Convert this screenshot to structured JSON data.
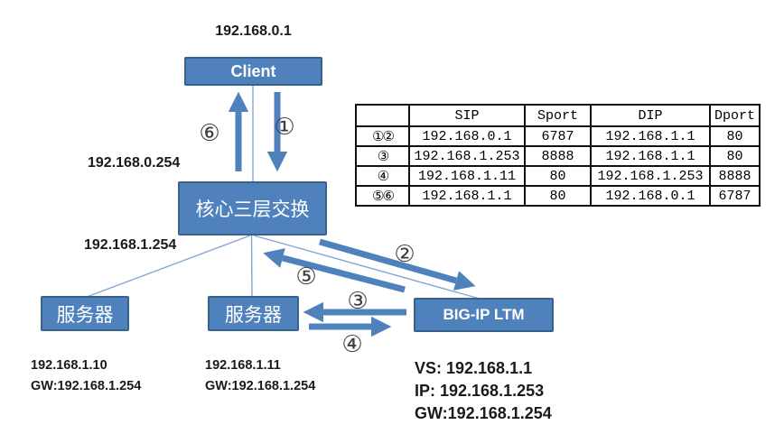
{
  "diagram": {
    "client": {
      "label": "Client",
      "ip": "192.168.0.1"
    },
    "core_switch": {
      "label": "核心三层交换",
      "ip_client_side": "192.168.0.254",
      "ip_server_side": "192.168.1.254"
    },
    "server1": {
      "label": "服务器",
      "ip": "192.168.1.10",
      "gateway": "GW:192.168.1.254"
    },
    "server2": {
      "label": "服务器",
      "ip": "192.168.1.11",
      "gateway": "GW:192.168.1.254"
    },
    "bigip": {
      "label": "BIG-IP LTM",
      "vs": "VS: 192.168.1.1",
      "ip": "IP: 192.168.1.253",
      "gateway": "GW:192.168.1.254"
    },
    "flow_labels": [
      "①",
      "②",
      "③",
      "④",
      "⑤",
      "⑥"
    ]
  },
  "table": {
    "headers": [
      "",
      "SIP",
      "Sport",
      "DIP",
      "Dport"
    ],
    "rows": [
      [
        "①②",
        "192.168.0.1",
        "6787",
        "192.168.1.1",
        "80"
      ],
      [
        "③",
        "192.168.1.253",
        "8888",
        "192.168.1.1",
        "80"
      ],
      [
        "④",
        "192.168.1.11",
        "80",
        "192.168.1.253",
        "8888"
      ],
      [
        "⑤⑥",
        "192.168.1.1",
        "80",
        "192.168.0.1",
        "6787"
      ]
    ]
  },
  "colors": {
    "node_fill": "#4f81bd",
    "node_border": "#38618c",
    "arrow": "#4f81bd",
    "thin_line": "#84a7d4",
    "ink": "#1a1a1a"
  }
}
